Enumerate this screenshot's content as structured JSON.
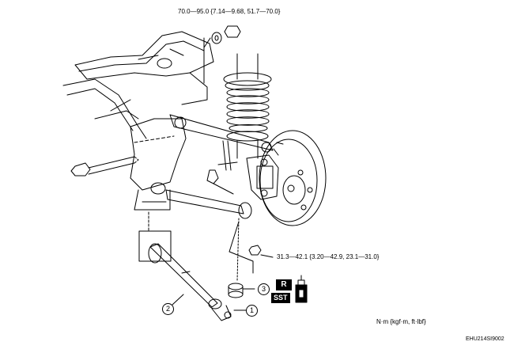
{
  "torque_top": "70.0—95.0 {7.14—9.68, 51.7—70.0}",
  "torque_bottom": "31.3—42.1 {3.20—42.9,  23.1—31.0}",
  "units_note": "N·m {kgf·m, ft·lbf}",
  "figure_code": "EHU214SI9002",
  "callouts": [
    "1",
    "2",
    "3"
  ],
  "badges": {
    "replace": "R",
    "special_tool": "SST"
  },
  "colors": {
    "line": "#000000",
    "background": "#ffffff",
    "badge": "#000000"
  }
}
